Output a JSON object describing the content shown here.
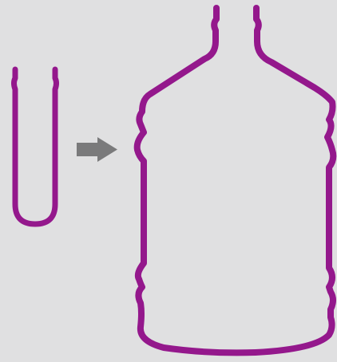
{
  "diagram": {
    "background": "#e0e0e1",
    "outline_color": "#94188c",
    "arrow_color": "#7a7a7b",
    "items": [
      {
        "name": "preform",
        "icon": "preform-icon"
      },
      {
        "name": "arrow",
        "icon": "arrow-right-icon"
      },
      {
        "name": "bottle",
        "icon": "water-bottle-icon"
      }
    ]
  }
}
